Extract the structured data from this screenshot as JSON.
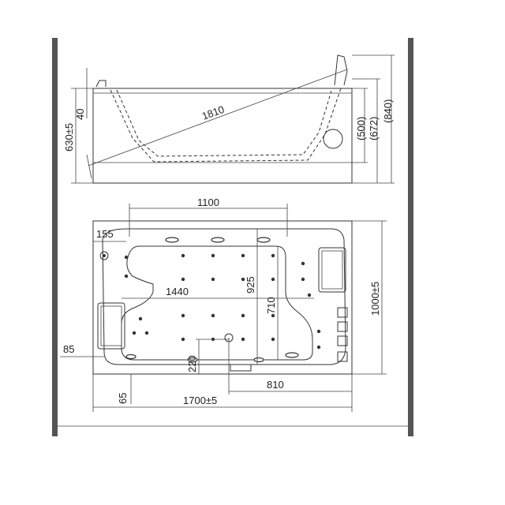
{
  "side_view": {
    "dimensions": {
      "height_total": "630±5",
      "rim": "40",
      "diagonal": "1810",
      "depth_500": "(500)",
      "depth_672": "(672)",
      "depth_840": "(840)"
    }
  },
  "top_view": {
    "dimensions": {
      "inner_width": "1100",
      "corner": "155",
      "inner_length": "1440",
      "inner_depth_925": "925",
      "inner_depth_710": "710",
      "width_total": "1000±5",
      "edge_85": "85",
      "drain_220": "220",
      "drain_810": "810",
      "offset_65": "65",
      "length_total": "1700±5"
    }
  },
  "colors": {
    "line": "#333333",
    "border_bar": "#555555",
    "background": "#ffffff"
  }
}
